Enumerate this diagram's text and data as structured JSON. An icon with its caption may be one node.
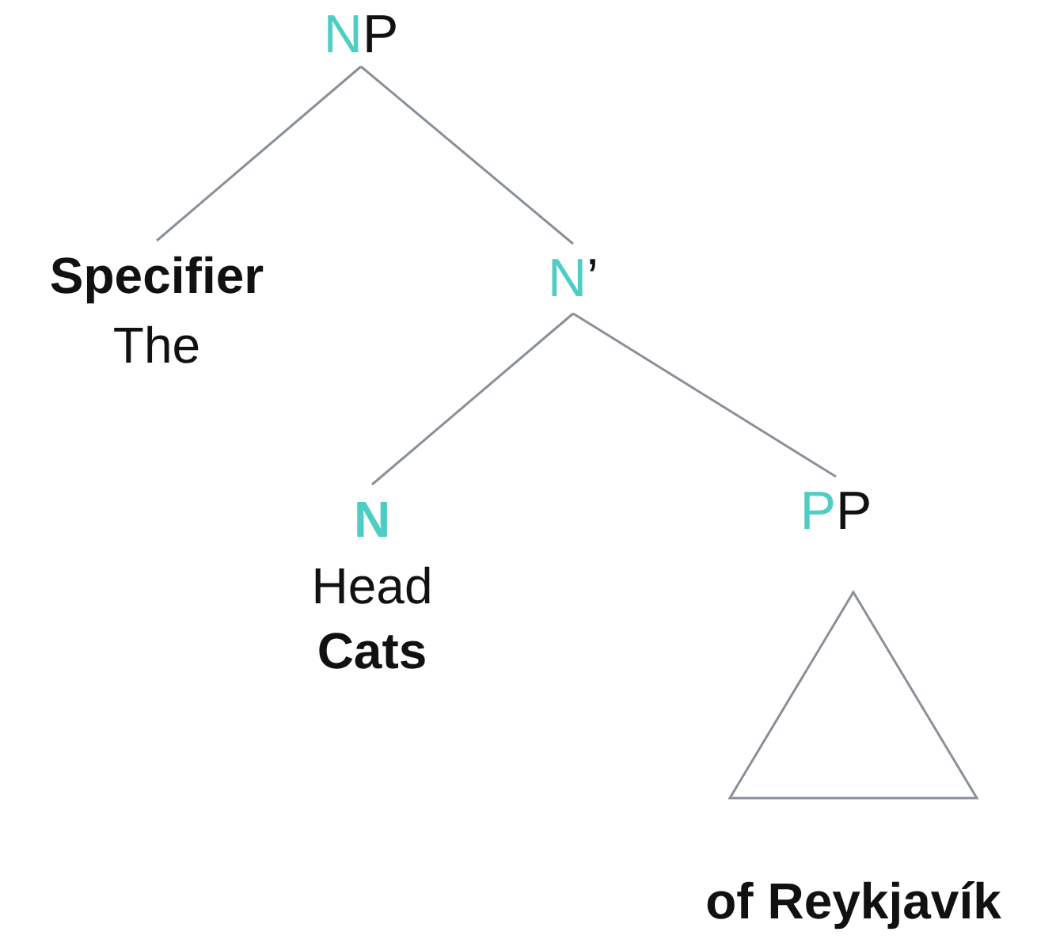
{
  "diagram": {
    "nodes": [
      {
        "text": [
          "NP"
        ]
      },
      {
        "text": [
          "Specifier",
          "The"
        ]
      },
      {
        "text": [
          "N’"
        ]
      },
      {
        "text": [
          "N",
          "Head",
          "Cats"
        ]
      },
      {
        "text": [
          "PP"
        ]
      },
      {
        "text": [],
        "shape": "triangle",
        "beside": [
          "of Reykjavík"
        ]
      }
    ],
    "edges": [
      {
        "from": 0,
        "to": 1,
        "arrow": "none"
      },
      {
        "from": 0,
        "to": 2,
        "arrow": "none"
      },
      {
        "from": 2,
        "to": 3,
        "arrow": "none"
      },
      {
        "from": 2,
        "to": 4,
        "arrow": "none"
      }
    ]
  }
}
